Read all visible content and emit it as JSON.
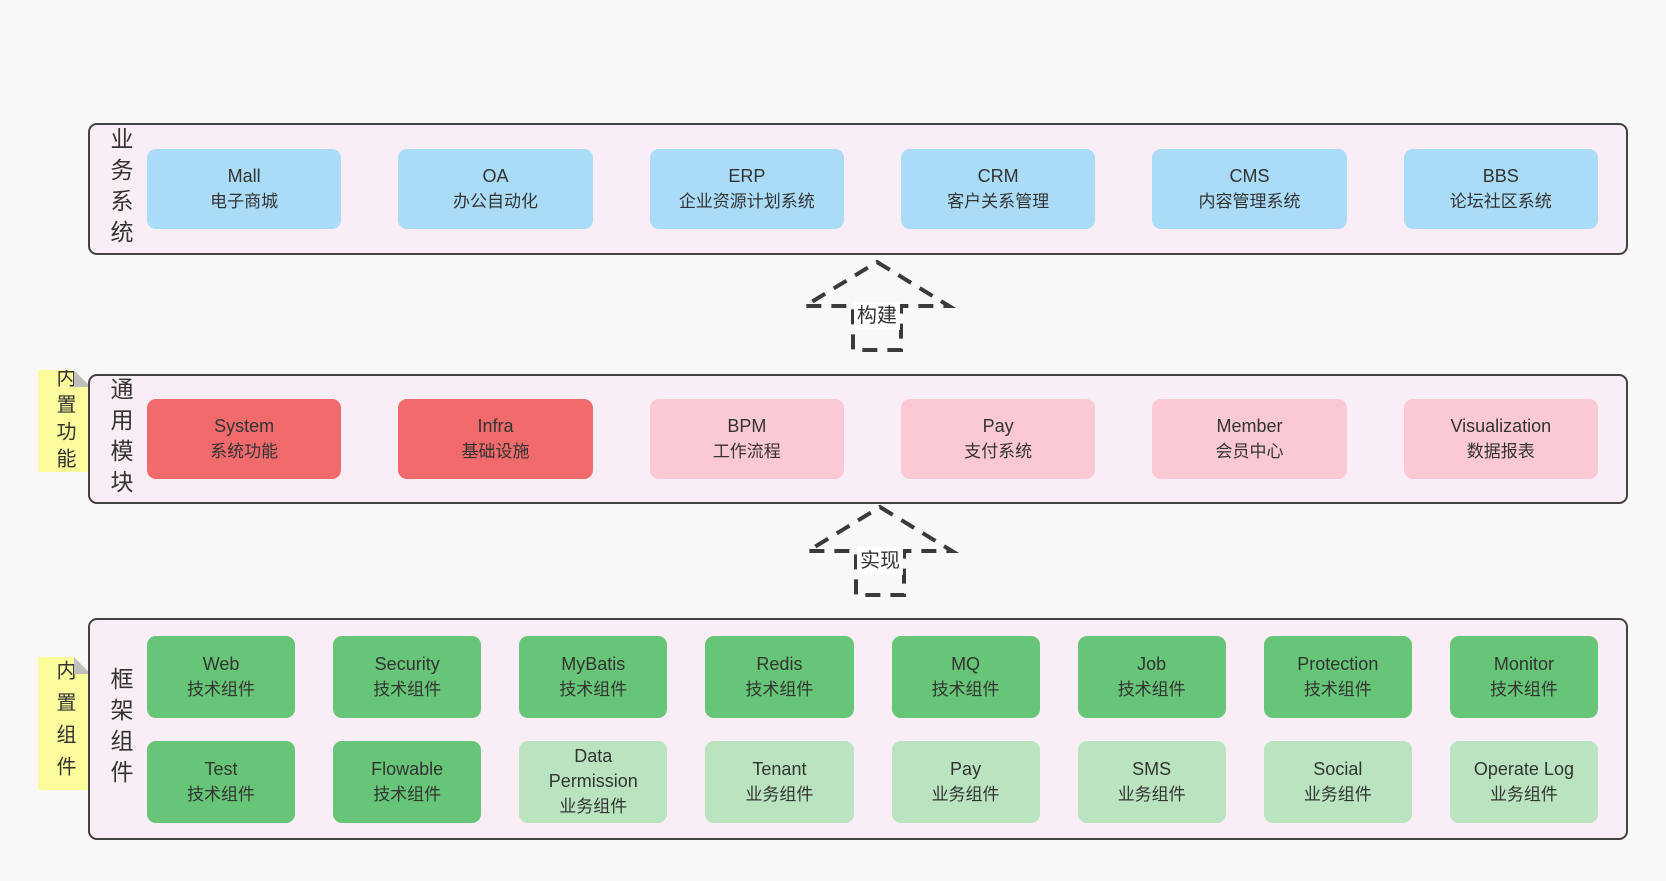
{
  "colors": {
    "page_bg": "#f8f8f8",
    "layer_bg": "#f9edf6",
    "layer_border": "#424242",
    "blue_box": "#aadcf7",
    "red_box": "#f16b6d",
    "pink_box": "#fbc9d3",
    "green_box": "#66c577",
    "light_green_box": "#b9e4bf",
    "sticky_yellow": "#fcfc9c",
    "text": "#333333"
  },
  "arrows": {
    "build": "构建",
    "implement": "实现"
  },
  "layers": {
    "business": {
      "label": "业务系统",
      "boxes": [
        {
          "title": "Mall",
          "subtitle": "电子商城"
        },
        {
          "title": "OA",
          "subtitle": "办公自动化"
        },
        {
          "title": "ERP",
          "subtitle": "企业资源计划系统"
        },
        {
          "title": "CRM",
          "subtitle": "客户关系管理"
        },
        {
          "title": "CMS",
          "subtitle": "内容管理系统"
        },
        {
          "title": "BBS",
          "subtitle": "论坛社区系统"
        }
      ]
    },
    "modules": {
      "label": "通用模块",
      "sticky": "内置功能",
      "boxes": [
        {
          "title": "System",
          "subtitle": "系统功能"
        },
        {
          "title": "Infra",
          "subtitle": "基础设施"
        },
        {
          "title": "BPM",
          "subtitle": "工作流程"
        },
        {
          "title": "Pay",
          "subtitle": "支付系统"
        },
        {
          "title": "Member",
          "subtitle": "会员中心"
        },
        {
          "title": "Visualization",
          "subtitle": "数据报表"
        }
      ]
    },
    "framework": {
      "label": "框架组件",
      "sticky": "内置组件",
      "row1": [
        {
          "title": "Web",
          "subtitle": "技术组件"
        },
        {
          "title": "Security",
          "subtitle": "技术组件"
        },
        {
          "title": "MyBatis",
          "subtitle": "技术组件"
        },
        {
          "title": "Redis",
          "subtitle": "技术组件"
        },
        {
          "title": "MQ",
          "subtitle": "技术组件"
        },
        {
          "title": "Job",
          "subtitle": "技术组件"
        },
        {
          "title": "Protection",
          "subtitle": "技术组件"
        },
        {
          "title": "Monitor",
          "subtitle": "技术组件"
        }
      ],
      "row2": [
        {
          "title": "Test",
          "subtitle": "技术组件"
        },
        {
          "title": "Flowable",
          "subtitle": "技术组件"
        },
        {
          "title": "Data Permission",
          "subtitle": "业务组件"
        },
        {
          "title": "Tenant",
          "subtitle": "业务组件"
        },
        {
          "title": "Pay",
          "subtitle": "业务组件"
        },
        {
          "title": "SMS",
          "subtitle": "业务组件"
        },
        {
          "title": "Social",
          "subtitle": "业务组件"
        },
        {
          "title": "Operate Log",
          "subtitle": "业务组件"
        }
      ]
    }
  }
}
